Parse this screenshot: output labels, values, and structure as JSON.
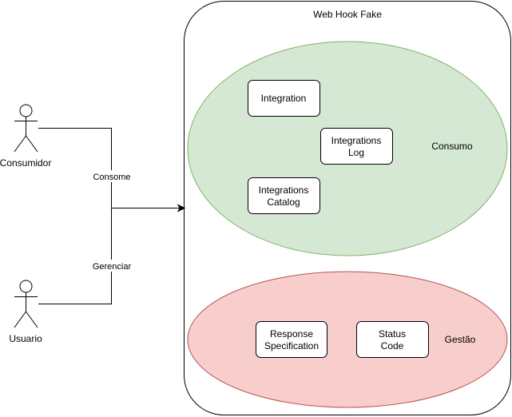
{
  "system": {
    "title": "Web Hook Fake"
  },
  "actors": [
    {
      "label": "Consumidor"
    },
    {
      "label": "Usuario"
    }
  ],
  "edges": [
    {
      "label": "Consome"
    },
    {
      "label": "Gerenciar"
    }
  ],
  "groups": {
    "consumo": {
      "label": "Consumo",
      "fill": "#d5e8d4",
      "stroke": "#82b366",
      "boxes": [
        {
          "lines": [
            "Integration"
          ]
        },
        {
          "lines": [
            "Integrations",
            "Log"
          ]
        },
        {
          "lines": [
            "Integrations",
            "Catalog"
          ]
        }
      ]
    },
    "gestao": {
      "label": "Gestão",
      "fill": "#f8cecc",
      "stroke": "#b85450",
      "boxes": [
        {
          "lines": [
            "Response",
            "Specification"
          ]
        },
        {
          "lines": [
            "Status",
            "Code"
          ]
        }
      ]
    }
  }
}
